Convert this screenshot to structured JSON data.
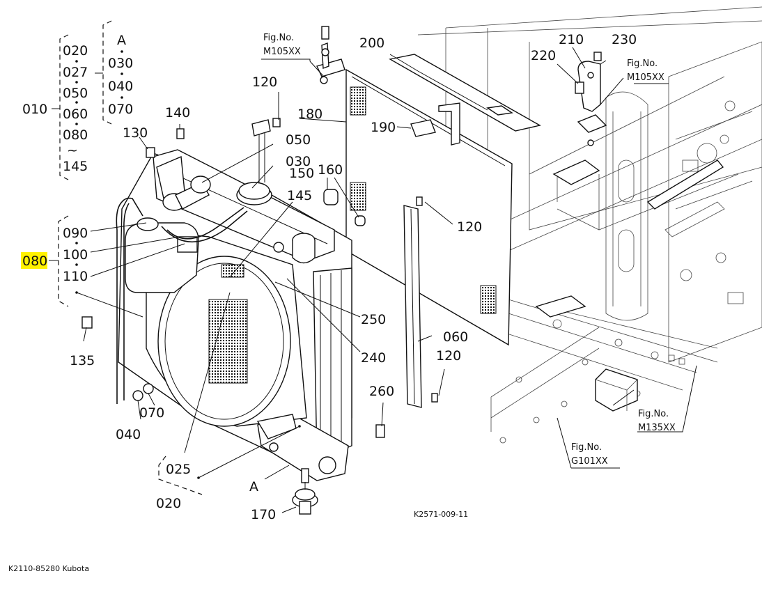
{
  "labels": {
    "l010": "010",
    "l020a": "020",
    "l027": "027",
    "l050a": "050",
    "l060a": "060",
    "l080a": "080",
    "l145a": "145",
    "lA1": "A",
    "l030a": "030",
    "l040a": "040",
    "l070a": "070",
    "l130": "130",
    "l140": "140",
    "l120a": "120",
    "l050b": "050",
    "l030b": "030",
    "l150": "150",
    "l160": "160",
    "l145b": "145",
    "l180": "180",
    "l190": "190",
    "l200": "200",
    "l210": "210",
    "l220": "220",
    "l230": "230",
    "l120b": "120",
    "l090": "090",
    "l100": "100",
    "l110": "110",
    "l080hl": "080",
    "l135": "135",
    "l250": "250",
    "l240": "240",
    "l060b": "060",
    "l120c": "120",
    "l260": "260",
    "l040b": "040",
    "l070b": "070",
    "l025": "025",
    "l020b": "020",
    "lA2": "A",
    "l170": "170"
  },
  "fig_refs": {
    "f1a": "Fig.No.",
    "f1b": "M105XX",
    "f2a": "Fig.No.",
    "f2b": "M105XX",
    "f3a": "Fig.No.",
    "f3b": "M135XX",
    "f4a": "Fig.No.",
    "f4b": "G101XX"
  },
  "drawing_code": "K2571-009-11",
  "caption": "K2110-85280 Kubota",
  "colors": {
    "highlight": "#fff200",
    "line": "#111111"
  }
}
